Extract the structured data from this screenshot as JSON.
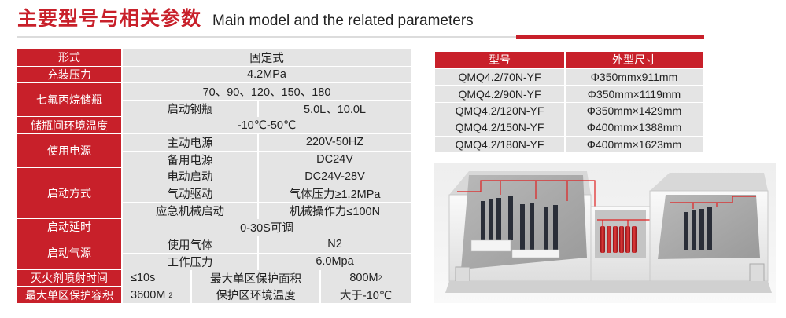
{
  "header": {
    "title_cn": "主要型号与相关参数",
    "title_en": "Main model and the related parameters"
  },
  "params": {
    "form": {
      "label": "形式",
      "value": "固定式"
    },
    "pressure": {
      "label": "充装压力",
      "value": "4.2MPa"
    },
    "cylinder": {
      "label": "七氟丙烷储瓶",
      "sizes": "70、90、120、150、180",
      "start_label": "启动钢瓶",
      "start_value": "5.0L、10.0L"
    },
    "ambient": {
      "label": "储瓶间环境温度",
      "value": "-10℃-50℃"
    },
    "power": {
      "label": "使用电源",
      "main_label": "主动电源",
      "main_value": "220V-50HZ",
      "backup_label": "备用电源",
      "backup_value": "DC24V"
    },
    "start_mode": {
      "label": "启动方式",
      "electric_label": "电动启动",
      "electric_value": "DC24V-28V",
      "pneumatic_label": "气动驱动",
      "pneumatic_value": "气体压力≥1.2MPa",
      "manual_label": "应急机械启动",
      "manual_value": "机械操作力≤100N"
    },
    "delay": {
      "label": "启动延时",
      "value": "0-30S可调"
    },
    "start_gas": {
      "label": "启动气源",
      "gas_label": "使用气体",
      "gas_value": "N2",
      "pressure_label": "工作压力",
      "pressure_value": "6.0Mpa"
    },
    "spray": {
      "label": "灭火剂喷射时间",
      "value": "≤10s",
      "area_label": "最大单区保护面积",
      "area_value": "800M",
      "area_sup": "2"
    },
    "volume": {
      "label": "最大单区保护容积",
      "value": "3600M",
      "value_sup": "2",
      "temp_label": "保护区环境温度",
      "temp_value": "大于-10℃"
    }
  },
  "models": {
    "headers": [
      "型号",
      "外型尺寸"
    ],
    "rows": [
      [
        "QMQ4.2/70N-YF",
        "Φ350mmx911mm"
      ],
      [
        "QMQ4.2/90N-YF",
        "Φ350mm×1119mm"
      ],
      [
        "QMQ4.2/120N-YF",
        "Φ350mm×1429mm"
      ],
      [
        "QMQ4.2/150N-YF",
        "Φ400mm×1388mm"
      ],
      [
        "QMQ4.2/180N-YF",
        "Φ400mm×1623mm"
      ]
    ]
  },
  "colors": {
    "accent": "#c8202a",
    "cell": "#e4e4e4"
  }
}
